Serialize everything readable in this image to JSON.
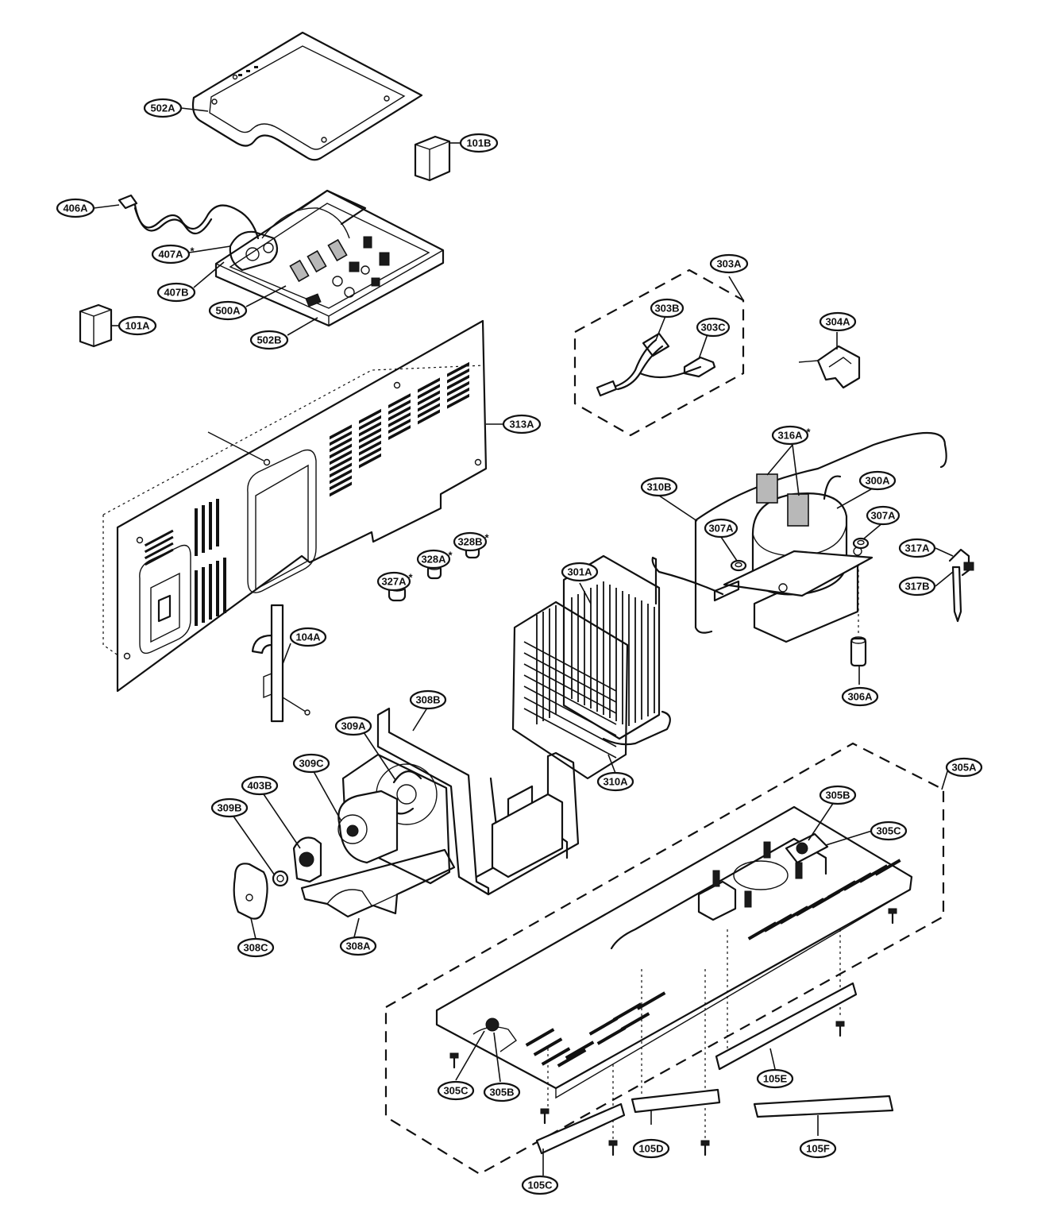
{
  "callouts": [
    {
      "id": "502A",
      "label": "502A"
    },
    {
      "id": "101B",
      "label": "101B"
    },
    {
      "id": "406A",
      "label": "406A"
    },
    {
      "id": "407A",
      "label": "407A",
      "star": "*"
    },
    {
      "id": "407B",
      "label": "407B"
    },
    {
      "id": "500A",
      "label": "500A"
    },
    {
      "id": "502B",
      "label": "502B"
    },
    {
      "id": "101A",
      "label": "101A"
    },
    {
      "id": "303A",
      "label": "303A"
    },
    {
      "id": "303B",
      "label": "303B"
    },
    {
      "id": "303C",
      "label": "303C"
    },
    {
      "id": "304A",
      "label": "304A"
    },
    {
      "id": "313A",
      "label": "313A"
    },
    {
      "id": "316A",
      "label": "316A",
      "star": "*"
    },
    {
      "id": "310B",
      "label": "310B"
    },
    {
      "id": "300A",
      "label": "300A"
    },
    {
      "id": "307A-left",
      "label": "307A"
    },
    {
      "id": "307A-right",
      "label": "307A"
    },
    {
      "id": "317A",
      "label": "317A"
    },
    {
      "id": "317B",
      "label": "317B"
    },
    {
      "id": "328B",
      "label": "328B",
      "star": "*"
    },
    {
      "id": "328A",
      "label": "328A",
      "star": "*"
    },
    {
      "id": "327A",
      "label": "327A",
      "star": "*"
    },
    {
      "id": "301A",
      "label": "301A"
    },
    {
      "id": "104A",
      "label": "104A"
    },
    {
      "id": "306A",
      "label": "306A"
    },
    {
      "id": "308B",
      "label": "308B"
    },
    {
      "id": "309A",
      "label": "309A"
    },
    {
      "id": "309C",
      "label": "309C"
    },
    {
      "id": "403B",
      "label": "403B"
    },
    {
      "id": "309B",
      "label": "309B"
    },
    {
      "id": "310A",
      "label": "310A"
    },
    {
      "id": "305A",
      "label": "305A"
    },
    {
      "id": "305B-top",
      "label": "305B"
    },
    {
      "id": "305C-top",
      "label": "305C"
    },
    {
      "id": "308C",
      "label": "308C"
    },
    {
      "id": "308A",
      "label": "308A"
    },
    {
      "id": "305C-bottom",
      "label": "305C"
    },
    {
      "id": "305B-bottom",
      "label": "305B"
    },
    {
      "id": "105E",
      "label": "105E"
    },
    {
      "id": "105D",
      "label": "105D"
    },
    {
      "id": "105F",
      "label": "105F"
    },
    {
      "id": "105C",
      "label": "105C"
    }
  ]
}
